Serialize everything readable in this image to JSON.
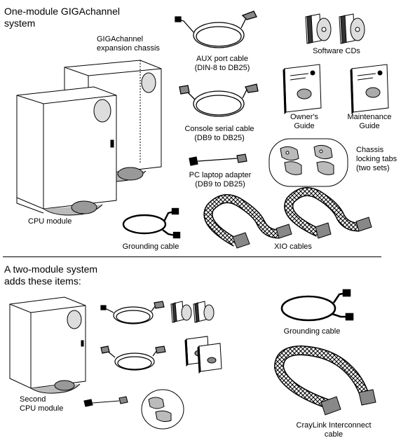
{
  "section_one": {
    "heading_line1": "One-module GIGAchannel",
    "heading_line2": "system",
    "expansion_chassis_line1": "GIGAchannel",
    "expansion_chassis_line2": "expansion chassis",
    "cpu_module": "CPU module",
    "aux_cable_line1": "AUX port cable",
    "aux_cable_line2": "(DIN-8 to DB25)",
    "console_cable_line1": "Console serial cable",
    "console_cable_line2": "(DB9 to DB25)",
    "pc_adapter_line1": "PC laptop adapter",
    "pc_adapter_line2": "(DB9 to DB25)",
    "software_cds": "Software CDs",
    "owners_guide_line1": "Owner's",
    "owners_guide_line2": "Guide",
    "maintenance_guide_line1": "Maintenance",
    "maintenance_guide_line2": "Guide",
    "locking_tabs_line1": "Chassis",
    "locking_tabs_line2": "locking tabs",
    "locking_tabs_line3": "(two sets)",
    "grounding_cable": "Grounding cable",
    "xio_cables": "XIO cables"
  },
  "section_two": {
    "heading_line1": "A two-module system",
    "heading_line2": "adds these items:",
    "second_cpu_line1": "Second",
    "second_cpu_line2": "CPU module",
    "grounding_cable": "Grounding cable",
    "craylink_line1": "CrayLink Interconnect",
    "craylink_line2": "cable"
  }
}
